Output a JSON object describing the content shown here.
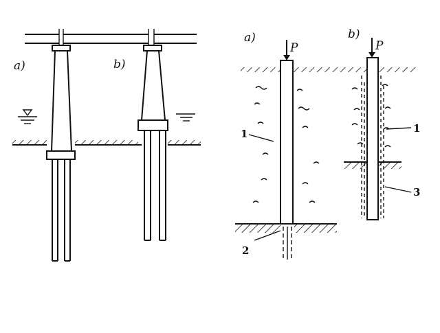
{
  "figure_left": {
    "label_a": "a)",
    "label_b": "b)"
  },
  "figure_right": {
    "label_a": "a)",
    "label_b": "b)",
    "load_a": "P",
    "load_b": "P",
    "callouts": [
      "1",
      "2",
      "1",
      "3"
    ]
  }
}
